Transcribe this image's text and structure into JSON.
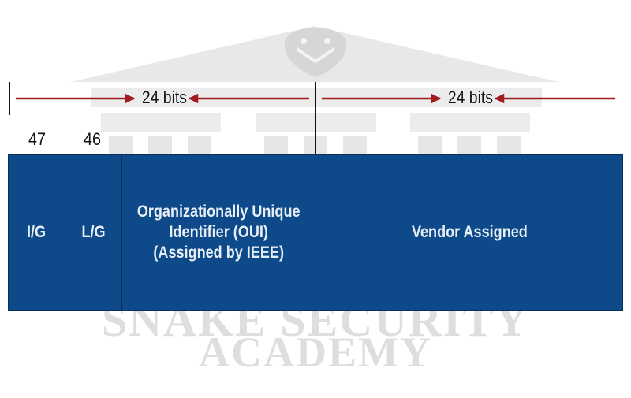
{
  "watermark": {
    "line1": "SNAKE SECURITY",
    "line2": "ACADEMY"
  },
  "ranges": [
    {
      "label": "24 bits"
    },
    {
      "label": "24 bits"
    }
  ],
  "bit_numbers": [
    "47",
    "46"
  ],
  "fields": {
    "ig": "I/G",
    "lg": "L/G",
    "oui": "Organizationally Unique\nIdentifier (OUI)\n(Assigned by IEEE)",
    "vendor": "Vendor Assigned"
  },
  "colors": {
    "field_fill": "#0e4a8a",
    "field_border": "#0a2f5c",
    "field_text": "#e8eef6",
    "arrow": "#a01c20",
    "watermark": "#dedede"
  }
}
